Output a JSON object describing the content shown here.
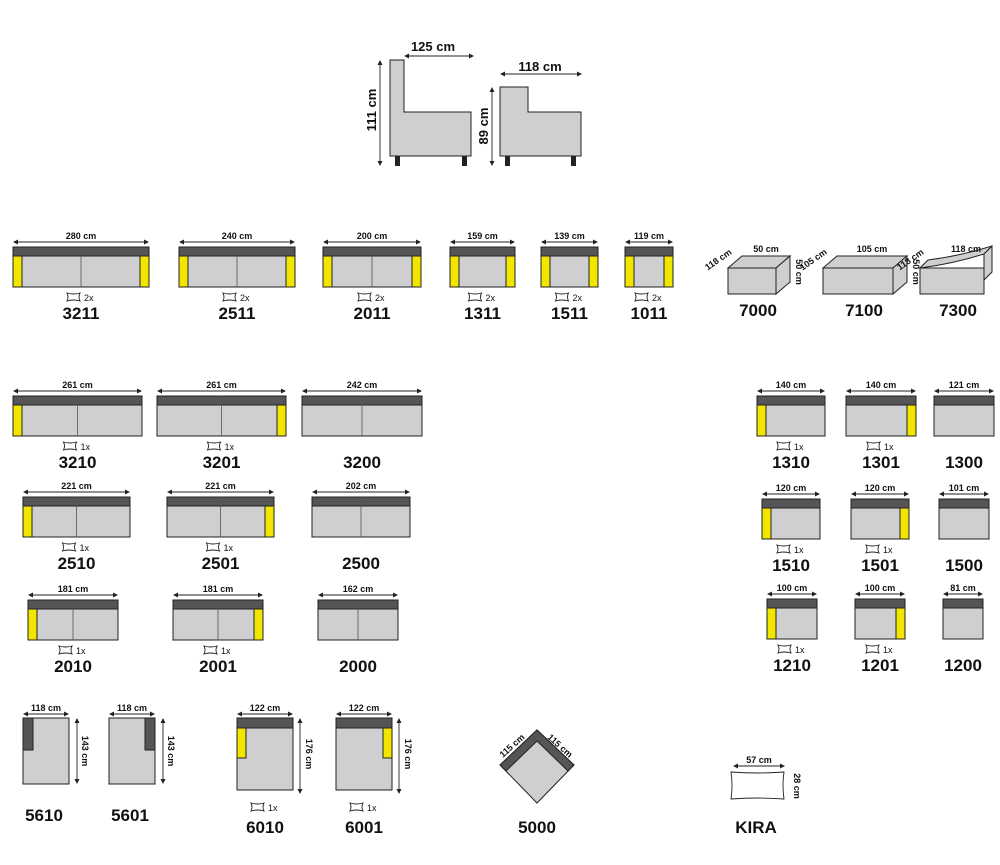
{
  "profiles": [
    {
      "depth": "125 cm",
      "height": "111 cm"
    },
    {
      "depth": "118 cm",
      "height": "89 cm"
    }
  ],
  "sofas": [
    {
      "code": "3211",
      "width": "280 cm",
      "pillows": "2x"
    },
    {
      "code": "2511",
      "width": "240 cm",
      "pillows": "2x"
    },
    {
      "code": "2011",
      "width": "200 cm",
      "pillows": "2x"
    },
    {
      "code": "1311",
      "width": "159 cm",
      "pillows": "2x"
    },
    {
      "code": "1511",
      "width": "139 cm",
      "pillows": "2x"
    },
    {
      "code": "1011",
      "width": "119 cm",
      "pillows": "2x"
    },
    {
      "code": "3210",
      "width": "261 cm",
      "pillows": "1x"
    },
    {
      "code": "3201",
      "width": "261 cm",
      "pillows": "1x"
    },
    {
      "code": "3200",
      "width": "242 cm"
    },
    {
      "code": "2510",
      "width": "221 cm",
      "pillows": "1x"
    },
    {
      "code": "2501",
      "width": "221 cm",
      "pillows": "1x"
    },
    {
      "code": "2500",
      "width": "202 cm"
    },
    {
      "code": "2010",
      "width": "181 cm",
      "pillows": "1x"
    },
    {
      "code": "2001",
      "width": "181 cm",
      "pillows": "1x"
    },
    {
      "code": "2000",
      "width": "162 cm"
    },
    {
      "code": "1310",
      "width": "140 cm",
      "pillows": "1x"
    },
    {
      "code": "1301",
      "width": "140 cm",
      "pillows": "1x"
    },
    {
      "code": "1300",
      "width": "121 cm"
    },
    {
      "code": "1510",
      "width": "120 cm",
      "pillows": "1x"
    },
    {
      "code": "1501",
      "width": "120 cm",
      "pillows": "1x"
    },
    {
      "code": "1500",
      "width": "101 cm"
    },
    {
      "code": "1210",
      "width": "100 cm",
      "pillows": "1x"
    },
    {
      "code": "1201",
      "width": "100 cm",
      "pillows": "1x"
    },
    {
      "code": "1200",
      "width": "81 cm"
    }
  ],
  "ottomans": [
    {
      "code": "7000",
      "depth": "118 cm",
      "width": "50 cm",
      "height": "50 cm"
    },
    {
      "code": "7100",
      "depth": "105 cm",
      "width": "105 cm",
      "height": "50 cm"
    },
    {
      "code": "7300",
      "depth": "118 cm",
      "width": "118 cm",
      "height": "50 cm"
    }
  ],
  "corners": [
    {
      "code": "5610",
      "width": "118 cm",
      "length": "143 cm"
    },
    {
      "code": "5601",
      "width": "118 cm",
      "length": "143 cm"
    },
    {
      "code": "6010",
      "width": "122 cm",
      "length": "176 cm",
      "pillows": "1x"
    },
    {
      "code": "6001",
      "width": "122 cm",
      "length": "176 cm",
      "pillows": "1x"
    },
    {
      "code": "5000",
      "side_a": "115 cm",
      "side_b": "115 cm"
    }
  ],
  "pillow": {
    "code": "KIRA",
    "width": "57 cm",
    "height": "28 cm"
  },
  "colors": {
    "seat": "#cfcfd1",
    "back": "#555558",
    "armrest": "#f2e600"
  }
}
